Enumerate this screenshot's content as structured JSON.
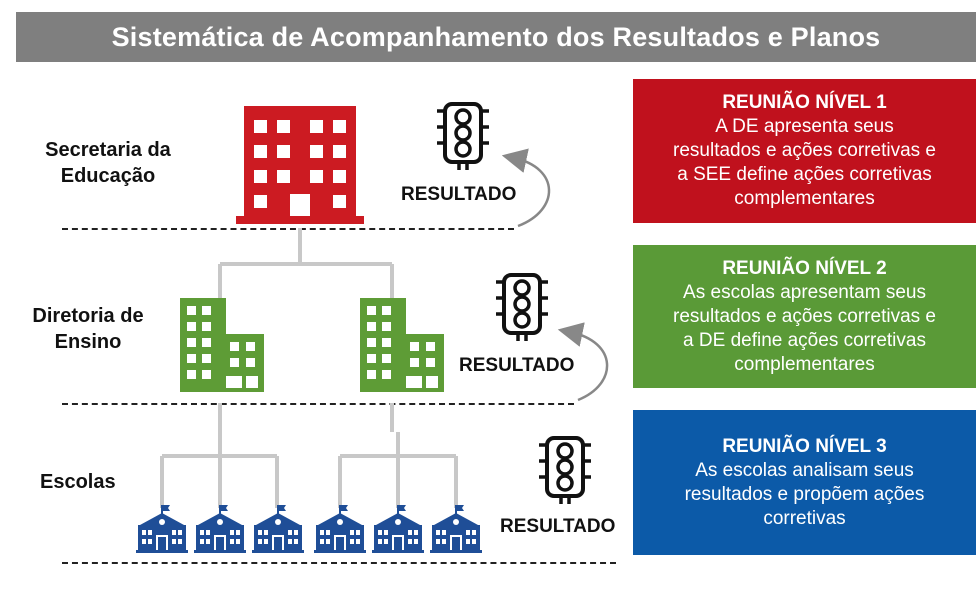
{
  "title": "Sistemática de Acompanhamento dos Resultados e Planos",
  "levels": {
    "see": "Secretaria da Educação",
    "de": "Diretoria de Ensino",
    "escolas": "Escolas"
  },
  "result_label": "RESULTADO",
  "meetings": [
    {
      "title": "REUNIÃO NÍVEL 1",
      "text": "A DE apresenta seus\nresultados e ações corretivas e\na SEE define ações corretivas\ncomplementares",
      "color": "#c0111d"
    },
    {
      "title": "REUNIÃO NÍVEL 2",
      "text": "As escolas  apresentam seus\nresultados e ações corretivas e\na DE define ações corretivas\ncomplementares",
      "color": "#5a9a37"
    },
    {
      "title": "REUNIÃO NÍVEL 3",
      "text": "As escolas  analisam seus\nresultados e propõem ações\ncorretivas",
      "color": "#0c5aa8"
    }
  ],
  "colors": {
    "title_bar": "#7f7f7f",
    "red_building": "#cc1b22",
    "green_building": "#5e9c36",
    "school": "#1f4e97",
    "connector": "#c8c8c8"
  },
  "icons": [
    "building-icon",
    "traffic-light-icon",
    "school-icon",
    "curved-arrow-icon"
  ]
}
